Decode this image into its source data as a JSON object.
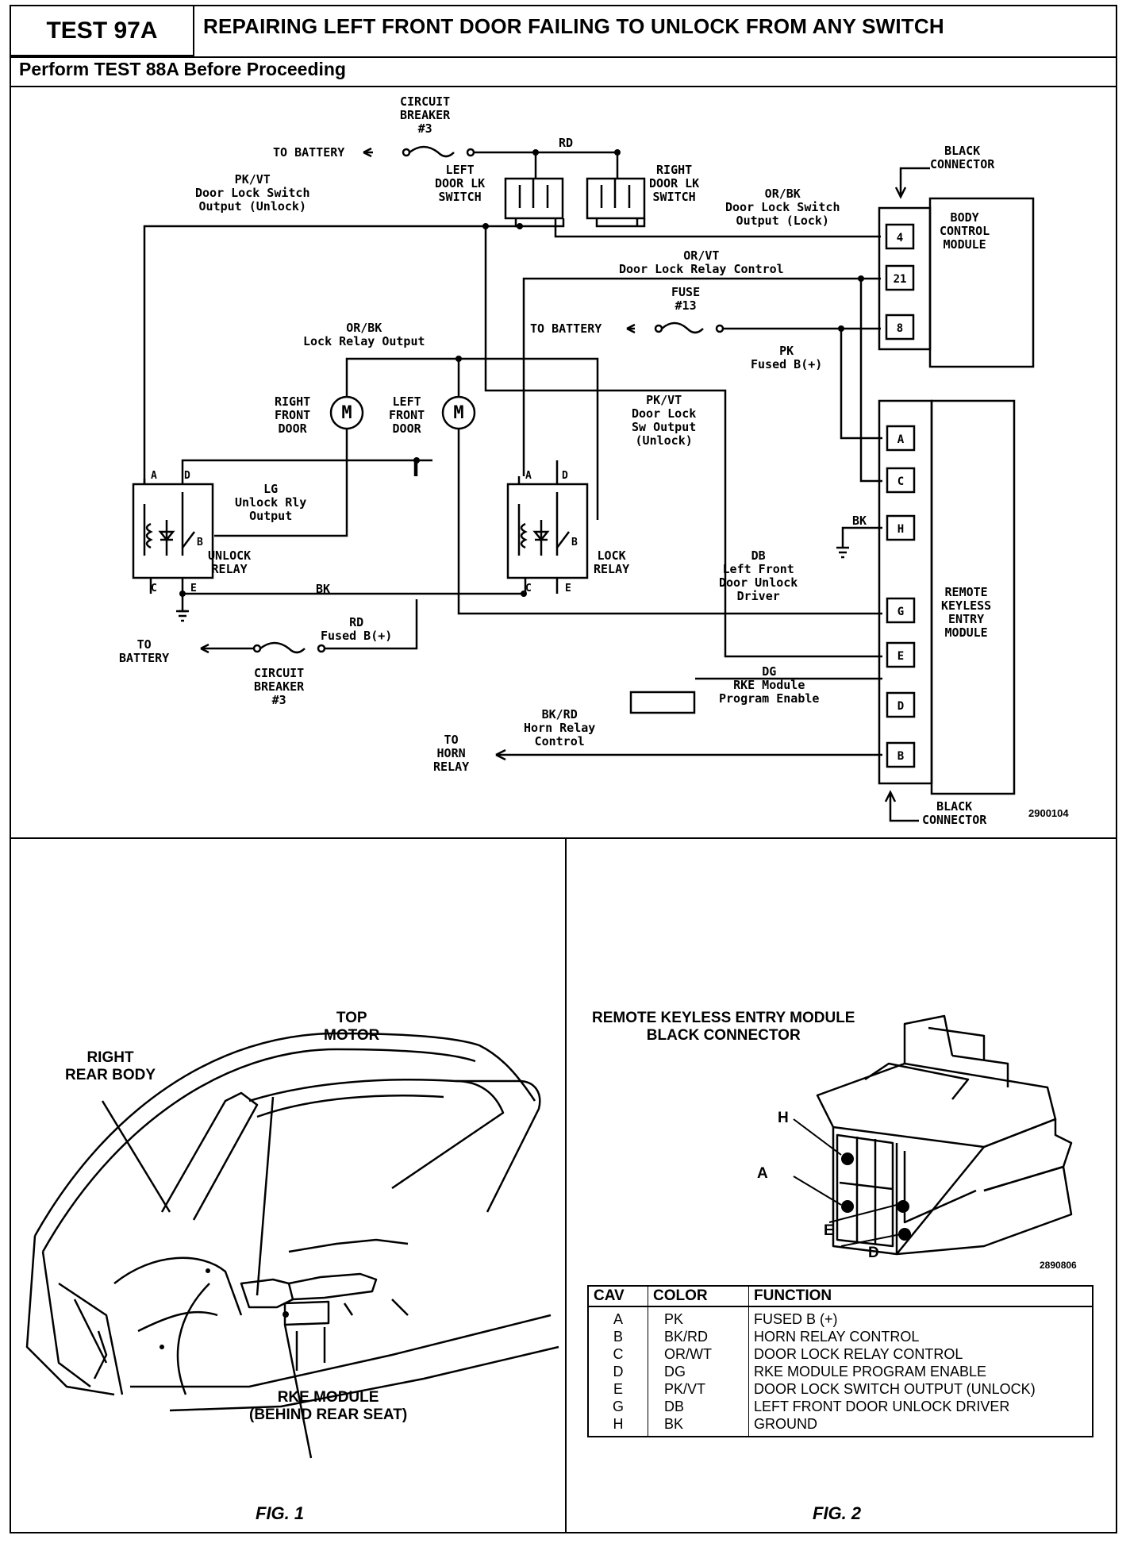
{
  "header": {
    "test_id": "TEST 97A",
    "title": "REPAIRING LEFT FRONT DOOR FAILING TO UNLOCK FROM ANY SWITCH",
    "subtitle": "Perform TEST 88A Before Proceeding"
  },
  "schematic": {
    "drawing_number": "2900104",
    "circuit_breaker_top": "CIRCUIT\nBREAKER\n#3",
    "to_battery_top": "TO BATTERY",
    "rd_top": "RD",
    "left_door_switch": "LEFT\nDOOR LK\nSWITCH",
    "right_door_switch": "RIGHT\nDOOR LK\nSWITCH",
    "black_connector_top": "BLACK\nCONNECTOR",
    "pkvt_unlock_out": "PK/VT\nDoor Lock Switch\nOutput (Unlock)",
    "orbk_lock_out": "OR/BK\nDoor Lock Switch\nOutput (Lock)",
    "body_control_module": "BODY\nCONTROL\nMODULE",
    "bcm_pins": [
      "4",
      "21",
      "8"
    ],
    "orvt_relay_control": "OR/VT\nDoor Lock Relay Control",
    "fuse_13": "FUSE\n#13",
    "to_battery_mid": "TO BATTERY",
    "pk_fused": "PK\nFused B(+)",
    "orbk_lock_relay": "OR/BK\nLock Relay Output",
    "right_front_door": "RIGHT\nFRONT\nDOOR",
    "left_front_door": "LEFT\nFRONT\nDOOR",
    "motor_symbol": "M",
    "pkvt_sw_output": "PK/VT\nDoor Lock\nSw Output\n(Unlock)",
    "lg_unlock": "LG\nUnlock Rly\nOutput",
    "unlock_relay": "UNLOCK\nRELAY",
    "lock_relay": "LOCK\nRELAY",
    "relay_pins": [
      "A",
      "D",
      "B",
      "C",
      "E"
    ],
    "bk_ground_wire": "BK",
    "bk_h": "BK",
    "db_left_front": "DB\nLeft Front\nDoor Unlock\nDriver",
    "rd_fused_bottom": "RD\nFused B(+)",
    "to_battery_bottom": "TO\nBATTERY",
    "circuit_breaker_bottom": "CIRCUIT\nBREAKER\n#3",
    "dg_rke": "DG\nRKE Module\nProgram Enable",
    "bkrd_horn": "BK/RD\nHorn Relay\nControl",
    "to_horn_relay": "TO\nHORN\nRELAY",
    "rke_module": "REMOTE\nKEYLESS\nENTRY\nMODULE",
    "rke_pins": [
      "A",
      "C",
      "H",
      "G",
      "E",
      "D",
      "B"
    ],
    "black_connector_bottom": "BLACK\nCONNECTOR"
  },
  "fig1": {
    "caption": "FIG. 1",
    "label_right_rear_body": "RIGHT\nREAR BODY",
    "label_top_motor": "TOP\nMOTOR",
    "label_rke_module": "RKE MODULE\n(BEHIND REAR SEAT)"
  },
  "fig2": {
    "caption": "FIG. 2",
    "title": "REMOTE KEYLESS ENTRY MODULE\nBLACK CONNECTOR",
    "drawing_number": "2890806",
    "pin_labels": [
      "H",
      "A",
      "E",
      "D"
    ],
    "table": {
      "headers": [
        "CAV",
        "COLOR",
        "FUNCTION"
      ],
      "rows": [
        [
          "A",
          "PK",
          "FUSED B (+)"
        ],
        [
          "B",
          "BK/RD",
          "HORN RELAY CONTROL"
        ],
        [
          "C",
          "OR/WT",
          "DOOR LOCK RELAY CONTROL"
        ],
        [
          "D",
          "DG",
          "RKE MODULE PROGRAM ENABLE"
        ],
        [
          "E",
          "PK/VT",
          "DOOR LOCK SWITCH OUTPUT (UNLOCK)"
        ],
        [
          "G",
          "DB",
          "LEFT FRONT DOOR UNLOCK DRIVER"
        ],
        [
          "H",
          "BK",
          "GROUND"
        ]
      ]
    }
  }
}
